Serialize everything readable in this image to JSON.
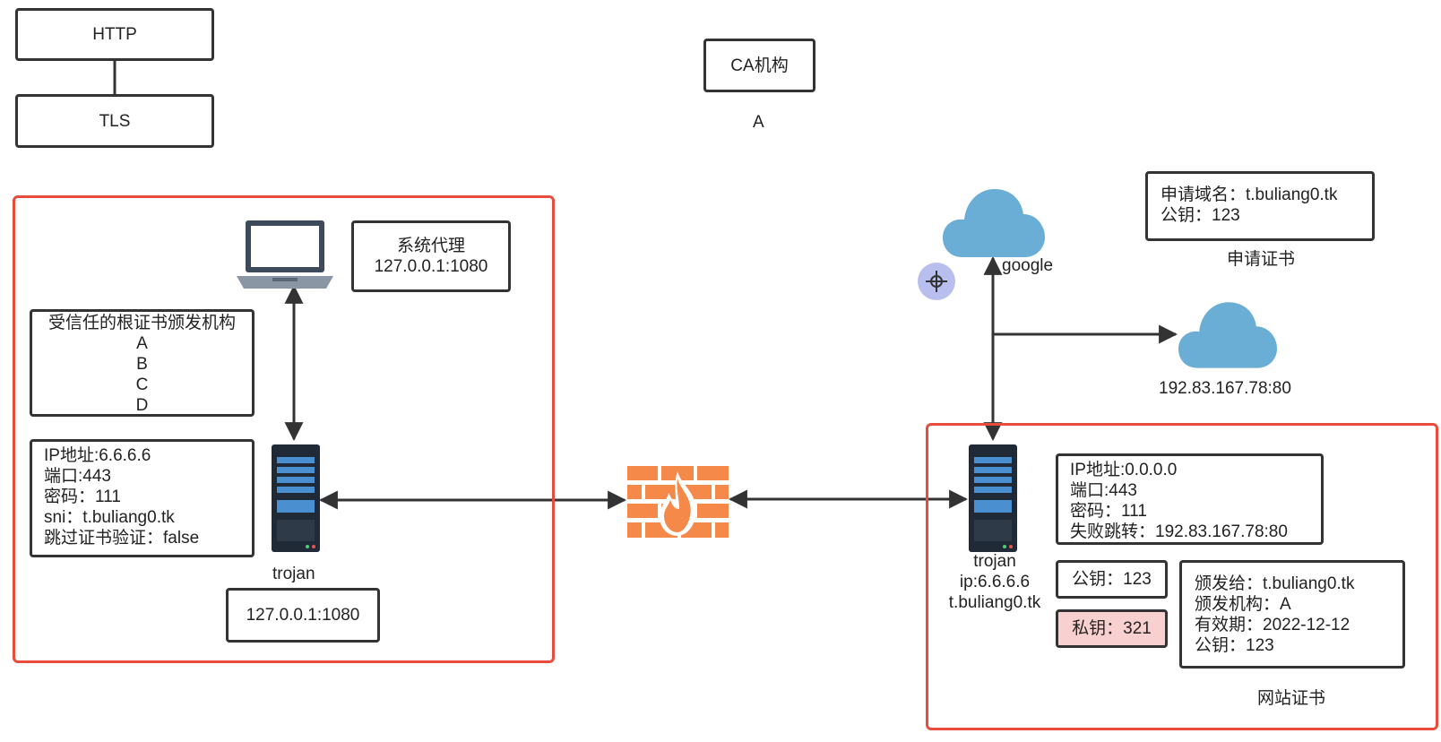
{
  "protocol_stack": {
    "http": "HTTP",
    "tls": "TLS"
  },
  "ca": {
    "box": "CA机构",
    "name": "A"
  },
  "client": {
    "proxy_title": "系统代理",
    "proxy_addr": "127.0.0.1:1080",
    "trusted_roots": [
      "受信任的根证书颁发机构",
      "A",
      "B",
      "C",
      "D"
    ],
    "config": [
      "IP地址:6.6.6.6",
      "端口:443",
      "密码：111",
      "sni：t.buliang0.tk",
      "跳过证书验证：false"
    ],
    "server_label": "trojan",
    "listen": "127.0.0.1:1080"
  },
  "remote": {
    "cloud_google_label": "google",
    "fallback_target": "192.83.167.78:80",
    "request": {
      "lines": [
        "申请域名：t.buliang0.tk",
        "公钥：123"
      ],
      "caption": "申请证书"
    },
    "config": [
      "IP地址:0.0.0.0",
      "端口:443",
      "密码：111",
      "失败跳转：192.83.167.78:80"
    ],
    "server_label": [
      "trojan",
      "ip:6.6.6.6",
      "t.buliang0.tk"
    ],
    "public_key": "公钥：123",
    "private_key": "私钥：321",
    "certificate": {
      "lines": [
        "颁发给：t.buliang0.tk",
        "颁发机构：A",
        "有效期：2022-12-12",
        "公钥：123"
      ],
      "caption": "网站证书"
    }
  },
  "colors": {
    "region_border": "#e84c3d",
    "cloud": "#6aaed6",
    "firewall": "#f5894a",
    "server": "#1f2a36",
    "private_key_bg": "#f8d0cf",
    "cursor": "#b8bfee"
  }
}
